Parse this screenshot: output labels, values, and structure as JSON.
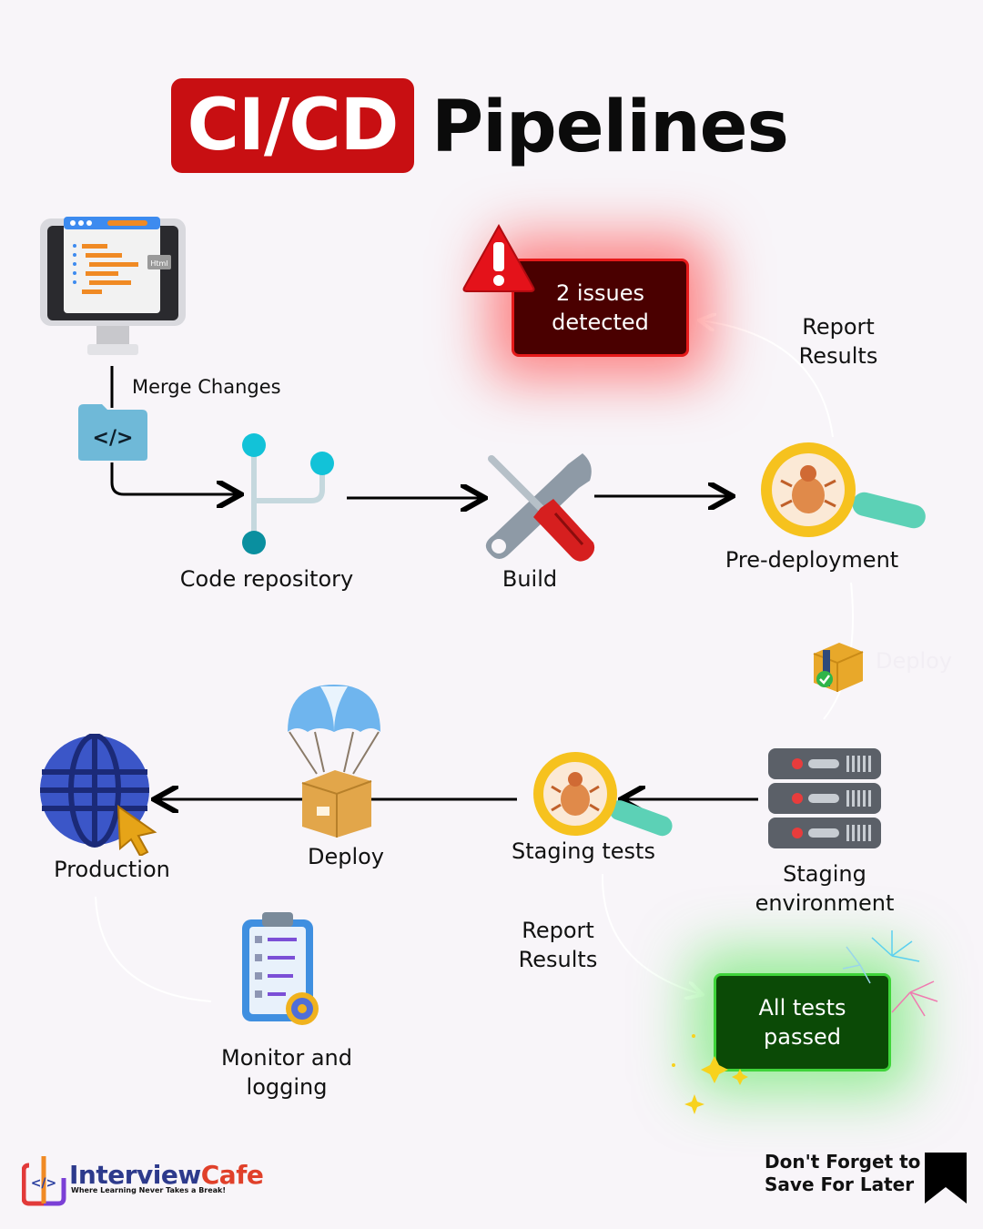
{
  "title": {
    "badge": "CI/CD",
    "rest": "Pipelines"
  },
  "nodes": {
    "merge": "Merge Changes",
    "code_repository": "Code repository",
    "build": "Build",
    "pre_deployment": "Pre-deployment",
    "deploy_ghost": "Deploy",
    "staging_environment": [
      "Staging",
      "environment"
    ],
    "staging_tests": "Staging tests",
    "deploy": "Deploy",
    "production": "Production",
    "monitor": [
      "Monitor and",
      "logging"
    ]
  },
  "report_top": [
    "Report",
    "Results"
  ],
  "report_bottom": [
    "Report",
    "Results"
  ],
  "alert": [
    "2 issues",
    "detected"
  ],
  "passed": [
    "All tests",
    "passed"
  ],
  "footer": {
    "brand_first": "Interview",
    "brand_second": "Cafe",
    "tagline": "Where Learning Never Takes a Break!",
    "save": [
      "Don't Forget to",
      "Save For Later"
    ]
  },
  "icons": {
    "computer": "code-monitor-icon",
    "folder": "code-folder-icon",
    "branch": "git-branch-icon",
    "tools": "wrench-screwdriver-icon",
    "bug_search": "bug-magnifier-icon",
    "package": "package-check-icon",
    "server": "server-rack-icon",
    "parachute": "parachute-box-icon",
    "globe": "globe-cursor-icon",
    "clipboard": "clipboard-target-icon",
    "warning": "warning-triangle-icon",
    "bookmark": "bookmark-icon"
  },
  "colors": {
    "brand_red": "#c80f12",
    "alert_bg": "#4a0000",
    "pass_bg": "#0b4a06",
    "teal": "#19a7c0"
  }
}
